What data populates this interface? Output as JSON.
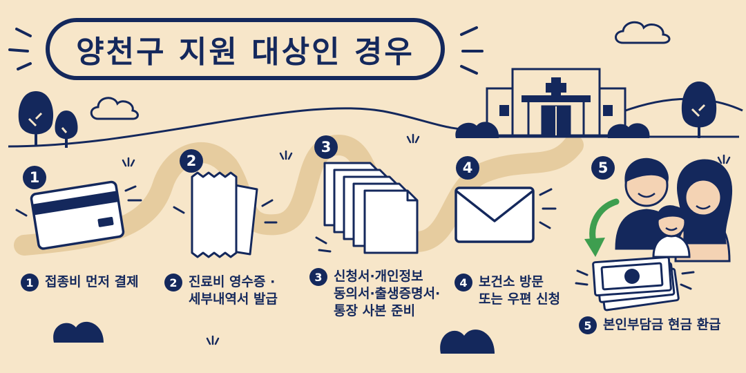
{
  "title": "양천구 지원 대상인 경우",
  "colors": {
    "background": "#f7e6c9",
    "navy": "#14285c",
    "path": "#e6cc9f",
    "arrow_green": "#3e9e4f",
    "paper": "#ffffff"
  },
  "steps": [
    {
      "number": "1",
      "icon": "credit-card-icon",
      "lines": [
        "접종비 먼저 결제"
      ]
    },
    {
      "number": "2",
      "icon": "receipt-icon",
      "lines": [
        "진료비 영수증 ·",
        "세부내역서 발급"
      ]
    },
    {
      "number": "3",
      "icon": "documents-icon",
      "lines": [
        "신청서·개인정보",
        "동의서·출생증명서·",
        "통장 사본 준비"
      ]
    },
    {
      "number": "4",
      "icon": "envelope-icon",
      "lines": [
        "보건소 방문",
        "또는 우편 신청"
      ]
    },
    {
      "number": "5",
      "icon": "family-cash-icon",
      "lines": [
        "본인부담금 현금 환급"
      ]
    }
  ],
  "decor": {
    "building": "health-center-icon",
    "trees": "tree-icon",
    "clouds": "cloud-icon",
    "bushes": "bush-icon"
  }
}
